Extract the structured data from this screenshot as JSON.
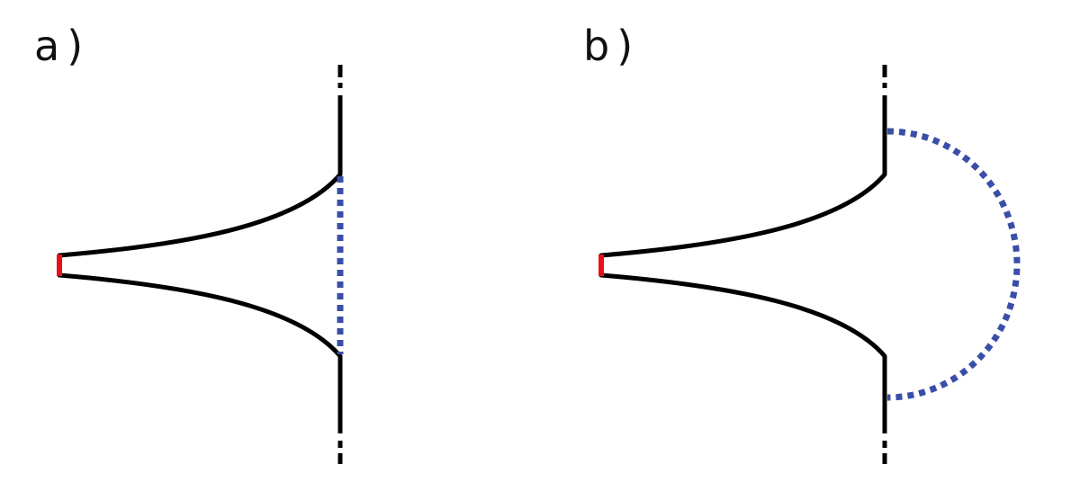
{
  "panels": [
    {
      "label": "a)",
      "aperture_shape": "flat",
      "colors": {
        "wall": "#000000",
        "throat": "#e8101a",
        "aperture": "#3a4ea8"
      }
    },
    {
      "label": "b)",
      "aperture_shape": "semicircular",
      "colors": {
        "wall": "#000000",
        "throat": "#e8101a",
        "aperture": "#3a4ea8"
      }
    }
  ]
}
